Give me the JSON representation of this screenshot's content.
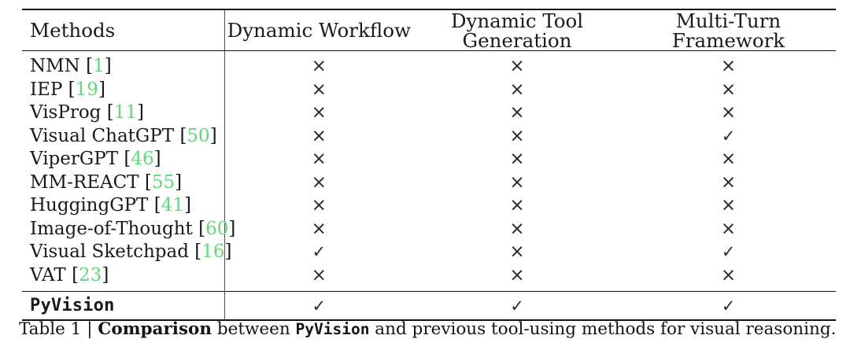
{
  "table": {
    "columns": [
      "Methods",
      "Dynamic Workflow",
      "Dynamic Tool Generation",
      "Multi-Turn Framework"
    ],
    "marks": {
      "yes": "✓",
      "no": "×"
    },
    "citation_color": "#5fd97a",
    "rows": [
      {
        "name": "NMN",
        "cite": "1",
        "dynamic_workflow": "×",
        "dynamic_tool_generation": "×",
        "multi_turn_framework": "×"
      },
      {
        "name": "IEP",
        "cite": "19",
        "dynamic_workflow": "×",
        "dynamic_tool_generation": "×",
        "multi_turn_framework": "×"
      },
      {
        "name": "VisProg",
        "cite": "11",
        "dynamic_workflow": "×",
        "dynamic_tool_generation": "×",
        "multi_turn_framework": "×"
      },
      {
        "name": "Visual ChatGPT",
        "cite": "50",
        "dynamic_workflow": "×",
        "dynamic_tool_generation": "×",
        "multi_turn_framework": "✓"
      },
      {
        "name": "ViperGPT",
        "cite": "46",
        "dynamic_workflow": "×",
        "dynamic_tool_generation": "×",
        "multi_turn_framework": "×"
      },
      {
        "name": "MM-REACT",
        "cite": "55",
        "dynamic_workflow": "×",
        "dynamic_tool_generation": "×",
        "multi_turn_framework": "×"
      },
      {
        "name": "HuggingGPT",
        "cite": "41",
        "dynamic_workflow": "×",
        "dynamic_tool_generation": "×",
        "multi_turn_framework": "×"
      },
      {
        "name": "Image-of-Thought",
        "cite": "60",
        "dynamic_workflow": "×",
        "dynamic_tool_generation": "×",
        "multi_turn_framework": "×"
      },
      {
        "name": "Visual Sketchpad",
        "cite": "16",
        "dynamic_workflow": "✓",
        "dynamic_tool_generation": "×",
        "multi_turn_framework": "✓"
      },
      {
        "name": "VAT",
        "cite": "23",
        "dynamic_workflow": "×",
        "dynamic_tool_generation": "×",
        "multi_turn_framework": "×"
      }
    ],
    "highlight_row": {
      "name": "PyVision",
      "dynamic_workflow": "✓",
      "dynamic_tool_generation": "✓",
      "multi_turn_framework": "✓"
    }
  },
  "caption": {
    "label": "Table 1 | ",
    "bold": "Comparison",
    "mid": " between ",
    "mono": "PyVision",
    "tail": " and previous tool-using methods for visual reasoning."
  }
}
